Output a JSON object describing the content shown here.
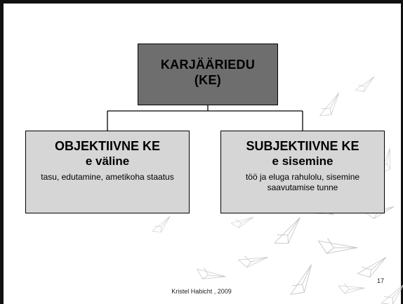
{
  "diagram": {
    "root": {
      "line1": "KARJÄÄRIEDU",
      "line2": "(KE)"
    },
    "children": [
      {
        "title": "OBJEKTIIVNE KE",
        "subtitle": "e väline",
        "description": "tasu, edutamine, ametikoha staatus"
      },
      {
        "title": "SUBJEKTIIVNE KE",
        "subtitle": "e sisemine",
        "description": "töö ja eluga rahulolu, sisemine saavutamise tunne"
      }
    ]
  },
  "footer": {
    "author": "Kristel Habicht , 2009",
    "page_number": "17"
  },
  "colors": {
    "root_fill": "#6e6e6e",
    "child_fill": "#d6d6d6",
    "frame": "#111111"
  }
}
